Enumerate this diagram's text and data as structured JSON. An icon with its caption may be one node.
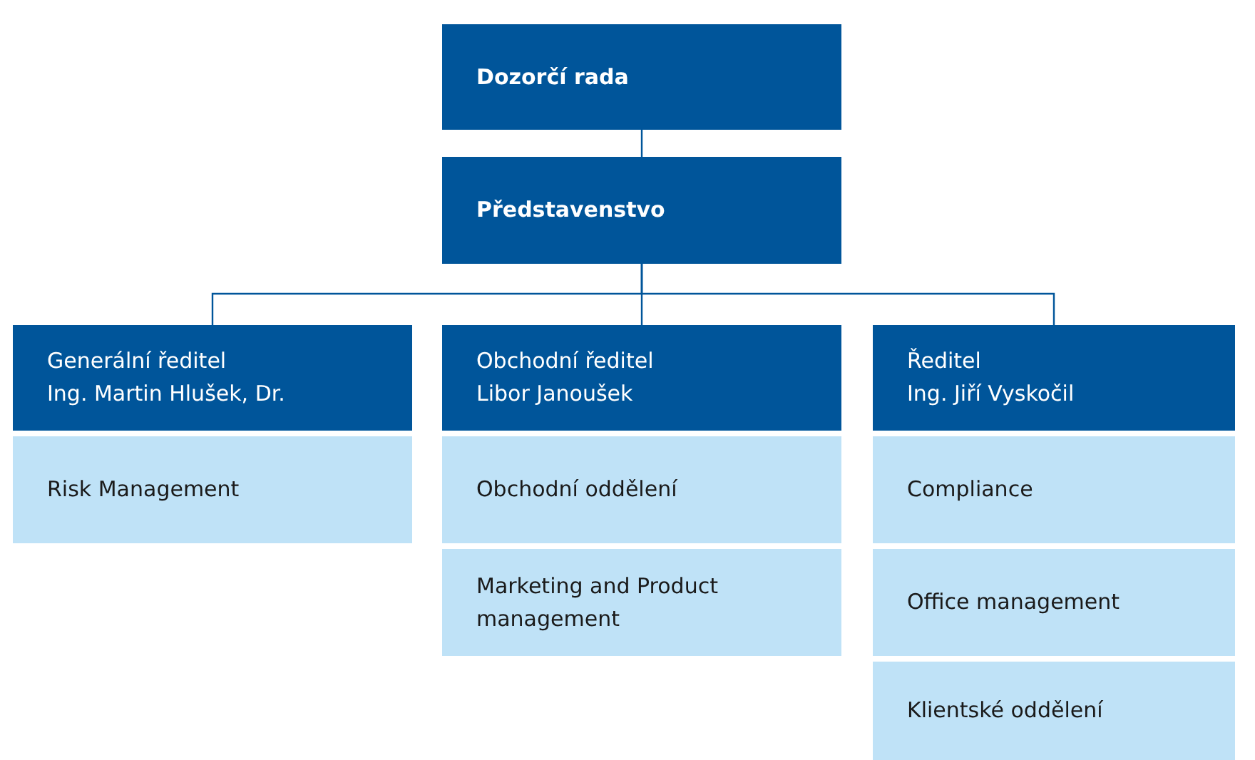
{
  "diagram": {
    "nodes": [
      {
        "text": [
          "Dozorčí rada"
        ]
      },
      {
        "text": [
          "Představenstvo"
        ]
      },
      {
        "text": [
          "Generální ředitel",
          "Ing. Martin Hlušek, Dr."
        ]
      },
      {
        "text": [
          "Obchodní ředitel",
          "Libor Janoušek"
        ]
      },
      {
        "text": [
          "Ředitel",
          "Ing. Jiří Vyskočil"
        ]
      },
      {
        "text": [
          "Risk Management"
        ]
      },
      {
        "text": [
          "Obchodní oddělení"
        ]
      },
      {
        "text": [
          "Marketing and Product management"
        ]
      },
      {
        "text": [
          "Compliance"
        ]
      },
      {
        "text": [
          "Office management"
        ]
      },
      {
        "text": [
          "Klientské oddělení"
        ]
      }
    ],
    "edges": [
      {
        "from": 0,
        "to": 1,
        "arrow": "none"
      },
      {
        "from": 1,
        "to": 2,
        "arrow": "none"
      },
      {
        "from": 1,
        "to": 3,
        "arrow": "none"
      },
      {
        "from": 1,
        "to": 4,
        "arrow": "none"
      }
    ]
  }
}
